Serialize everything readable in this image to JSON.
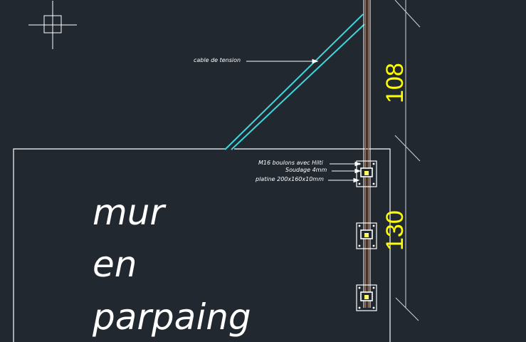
{
  "canvas": {
    "background": "#212830",
    "cursor_icon": "crosshair-icon"
  },
  "labels": {
    "cable": "cable de tension",
    "bolts": "M16 boulons avec Hilti",
    "weld": "Soudage 4mm",
    "plate": "platine 200x160x10mm"
  },
  "dimensions": {
    "upper": "108",
    "lower": "130"
  },
  "wall": {
    "line1": "mur",
    "line2": "en",
    "line3": "parpaing"
  },
  "colors": {
    "outline": "#ffffff",
    "cable": "#3fd6e0",
    "post": "#c26a38",
    "dimension_text": "#ffff00",
    "dimension_lines": "#cfd3d8"
  }
}
